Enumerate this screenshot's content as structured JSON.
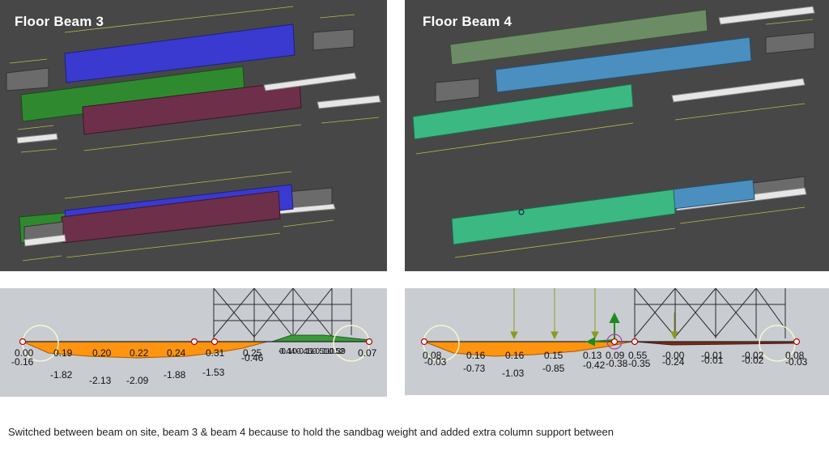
{
  "viewports": {
    "left_title": "Floor Beam 3",
    "right_title": "Floor Beam 4"
  },
  "diagram_left": {
    "top_labels": [
      "0.00",
      "0.19",
      "0.20",
      "0.22",
      "0.24",
      "0.31",
      "0.25",
      "0.44",
      "0.46",
      "0.51",
      "0.52",
      "0.07"
    ],
    "bottom_labels": [
      "-0.16",
      "-1.82",
      "-2.13",
      "-2.09",
      "-1.88",
      "-1.53",
      "-0.46",
      "-0.10",
      "-0.11",
      "-0.11",
      "-0.39"
    ]
  },
  "diagram_right": {
    "top_labels": [
      "0.08",
      "0.16",
      "0.16",
      "0.15",
      "0.13",
      "0.09",
      "0.55",
      "-0.00",
      "-0.01",
      "-0.02",
      "0.08"
    ],
    "bottom_labels": [
      "-0.03",
      "-0.73",
      "-1.03",
      "-0.85",
      "-0.42",
      "-0.38",
      "-0.35",
      "-0.24",
      "-0.01",
      "-0.02",
      "-0.03"
    ]
  },
  "caption": "Switched between beam on site, beam 3 & beam 4 because to hold the sandbag weight and added extra column support between",
  "colors": {
    "viewport_bg": "#474747",
    "diagram_bg": "#c9ccd1",
    "beam_blue": "#3a3ad0",
    "beam_green": "#2f8a2f",
    "beam_maroon": "#6e2f4a",
    "beam_gray": "#6b6b6b",
    "beam_white": "#e6e6e6",
    "beam_sage": "#6b8c64",
    "beam_steel": "#4a8fbf",
    "beam_mint": "#3cb883",
    "moment_fill": "#ff9410",
    "truss_line": "#2a2a2a",
    "load_arrow": "#8a9a1e"
  },
  "icons": [
    "support-node-icon",
    "arrow-down-icon",
    "green-up-arrow-icon"
  ]
}
